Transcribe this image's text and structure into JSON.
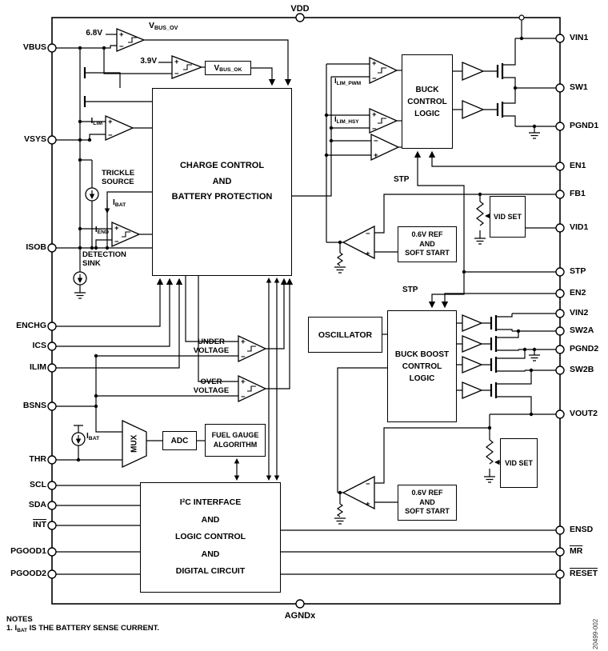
{
  "diagram": {
    "pins": {
      "top": "VDD",
      "bottom": "AGNDx",
      "left": [
        "VBUS",
        "VSYS",
        "ISOB",
        "ENCHG",
        "ICS",
        "ILIM",
        "BSNS",
        "THR",
        "SCL",
        "SDA",
        "INT",
        "PGOOD1",
        "PGOOD2"
      ],
      "right": [
        "VIN1",
        "SW1",
        "PGND1",
        "EN1",
        "FB1",
        "VID1",
        "STP",
        "EN2",
        "VIN2",
        "SW2A",
        "PGND2",
        "SW2B",
        "VOUT2",
        "ENSD",
        "MR",
        "RESET"
      ]
    },
    "blocks": {
      "charge": {
        "lines": [
          "CHARGE CONTROL",
          "AND",
          "BATTERY PROTECTION"
        ]
      },
      "buck": {
        "lines": [
          "BUCK",
          "CONTROL",
          "LOGIC"
        ]
      },
      "buckboost": {
        "lines": [
          "BUCK BOOST",
          "CONTROL",
          "LOGIC"
        ]
      },
      "oscillator": "OSCILLATOR",
      "ref": {
        "lines": [
          "0.6V REF",
          "AND",
          "SOFT START"
        ]
      },
      "vidset": "VID SET",
      "adc": "ADC",
      "fuelgauge": {
        "lines": [
          "FUEL GAUGE",
          "ALGORITHM"
        ]
      },
      "i2c": {
        "l1_main": "I",
        "l1_sup": "2",
        "l1_post": "C INTERFACE",
        "lines": [
          "AND",
          "LOGIC CONTROL",
          "AND",
          "DIGITAL CIRCUIT"
        ]
      }
    },
    "labels": {
      "v68": "6.8V",
      "v39": "3.9V",
      "vbus_ov": {
        "m": "V",
        "s": "BUS_OV"
      },
      "vbus_ok": {
        "m": "V",
        "s": "BUS_OK"
      },
      "ilim": {
        "m": "I",
        "s": "LIM"
      },
      "ibat": {
        "m": "I",
        "s": "BAT"
      },
      "iend": {
        "m": "I",
        "s": "END"
      },
      "ilim_pwm": {
        "m": "I",
        "s": "LIM_PWM"
      },
      "ilim_hsy": {
        "m": "I",
        "s": "LIM_HSY"
      },
      "trickle_1": "TRICKLE",
      "trickle_2": "SOURCE",
      "detection_1": "DETECTION",
      "detection_2": "SINK",
      "under_1": "UNDER",
      "under_2": "VOLTAGE",
      "over_1": "OVER",
      "over_2": "VOLTAGE",
      "stp": "STP",
      "mux": "MUX",
      "plus": "+",
      "minus": "−"
    },
    "notes": {
      "title": "NOTES",
      "item1_pre": "1. I",
      "item1_sub": "BAT",
      "item1_post": " IS THE BATTERY SENSE CURRENT."
    },
    "watermark": "20499-002"
  }
}
